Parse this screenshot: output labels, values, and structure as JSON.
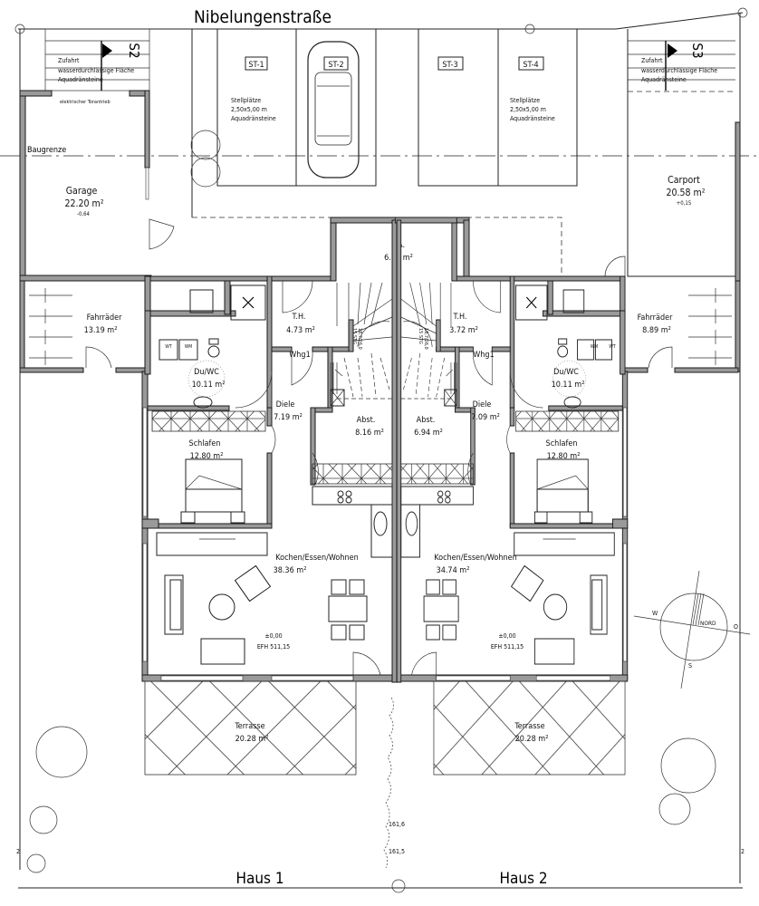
{
  "street": "Nibelungenstraße",
  "baugrenze": "Baugrenze",
  "access_left": {
    "marker": "S2",
    "line1": "Zufahrt",
    "line2": "wasserdurchlässige Fläche",
    "line3": "Aquadränsteine",
    "gate": "elektrischer Torantrieb"
  },
  "access_right": {
    "marker": "S3",
    "line1": "Zufahrt",
    "line2": "wasserdurchlässige Fläche",
    "line3": "Aquadränsteine"
  },
  "parking": {
    "labels": [
      "ST-1",
      "ST-2",
      "ST-3",
      "ST-4"
    ],
    "left_note": {
      "line1": "Stellplätze",
      "line2": "2,50x5,00  m",
      "line3": "Aquadränsteine"
    },
    "right_note": {
      "line1": "Stellplätze",
      "line2": "2,50x5,00  m",
      "line3": "Aquadränsteine"
    }
  },
  "garage": {
    "name": "Garage",
    "area": "22.20  m²",
    "level": "-0,64"
  },
  "carport": {
    "name": "Carport",
    "area": "20.58  m²",
    "level": "+0,15"
  },
  "ha": {
    "name": "HA.",
    "area": "6.24  m²"
  },
  "bikes_left": {
    "name": "Fahrräder",
    "area": "13.19  m²"
  },
  "bikes_right": {
    "name": "Fahrräder",
    "area": "8.89  m²"
  },
  "houses": [
    {
      "label": "Haus 1",
      "th": {
        "name": "T.H.",
        "area": "4.73  m²"
      },
      "whg": "Whg1",
      "stair": {
        "line1": "15 STG",
        "line2": "18,7/26,0"
      },
      "bath": {
        "name": "Du/WC",
        "area": "10.11  m²",
        "wt": "WT",
        "wm": "WM"
      },
      "diele": {
        "name": "Diele",
        "area": "7.19  m²"
      },
      "abst": {
        "name": "Abst.",
        "area": "8.16  m²"
      },
      "schlafen": {
        "name": "Schlafen",
        "area": "12.80  m²"
      },
      "living": {
        "name": "Kochen/Essen/Wohnen",
        "area": "38.36  m²"
      },
      "level": "±0,00",
      "efh": "EFH  511,15",
      "terrace": {
        "name": "Terrasse",
        "area": "20.28  m²"
      }
    },
    {
      "label": "Haus 2",
      "th": {
        "name": "T.H.",
        "area": "3.72  m²"
      },
      "whg": "Whg1",
      "stair": {
        "line1": "15 STG",
        "line2": "18,7/26,0"
      },
      "bath": {
        "name": "Du/WC",
        "area": "10.11  m²",
        "wt": "WT",
        "wm": "WM"
      },
      "diele": {
        "name": "Diele",
        "area": "7.09  m²"
      },
      "abst": {
        "name": "Abst.",
        "area": "6.94  m²"
      },
      "schlafen": {
        "name": "Schlafen",
        "area": "12.80  m²"
      },
      "living": {
        "name": "Kochen/Essen/Wohnen",
        "area": "34.74  m²"
      },
      "level": "±0,00",
      "efh": "EFH  511,15",
      "terrace": {
        "name": "Terrasse",
        "area": "20.28  m²"
      }
    }
  ],
  "compass": {
    "w": "W",
    "north": "NORD",
    "e": "O",
    "s": "S"
  },
  "hedge_levels": [
    "161,6",
    "161,5"
  ],
  "grid_marks": [
    "2",
    "2"
  ]
}
